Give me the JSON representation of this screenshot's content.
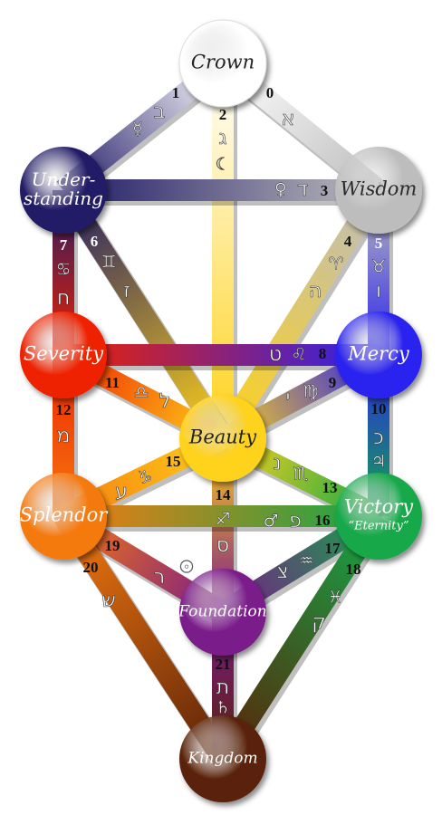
{
  "sephirot": [
    {
      "key": "crown",
      "label": "Crown",
      "lines": [
        "Crown"
      ],
      "color": "#ffffff",
      "text": "#222222"
    },
    {
      "key": "wisdom",
      "label": "Wisdom",
      "lines": [
        "Wisdom"
      ],
      "color": "#bdbdbd",
      "text": "#2a2a2a"
    },
    {
      "key": "understanding",
      "label": "Understanding",
      "lines": [
        "Under-",
        "standing"
      ],
      "color": "#201a66",
      "text": "#ffffff"
    },
    {
      "key": "severity",
      "label": "Severity",
      "lines": [
        "Severity"
      ],
      "color": "#ee2200",
      "text": "#ffffff"
    },
    {
      "key": "mercy",
      "label": "Mercy",
      "lines": [
        "Mercy"
      ],
      "color": "#2a22ee",
      "text": "#ffffff"
    },
    {
      "key": "beauty",
      "label": "Beauty",
      "lines": [
        "Beauty"
      ],
      "color": "#ffd21a",
      "text": "#222222"
    },
    {
      "key": "splendor",
      "label": "Splendor",
      "lines": [
        "Splendor"
      ],
      "color": "#f57a10",
      "text": "#ffffff"
    },
    {
      "key": "victory",
      "label": "Victory",
      "lines": [
        "Victory"
      ],
      "subtitle": "“Eternity”",
      "color": "#14a848",
      "text": "#ffffff"
    },
    {
      "key": "foundation",
      "label": "Foundation",
      "lines": [
        "Foundation"
      ],
      "color": "#7a1a8a",
      "text": "#ffffff"
    },
    {
      "key": "kingdom",
      "label": "Kingdom",
      "lines": [
        "Kingdom"
      ],
      "color": "#5a2208",
      "text": "#ffffff"
    }
  ],
  "paths": [
    {
      "number": "0",
      "from": "crown",
      "to": "wisdom",
      "hebrew": "א",
      "symbol": ""
    },
    {
      "number": "1",
      "from": "crown",
      "to": "understanding",
      "hebrew": "ב",
      "symbol": "☿"
    },
    {
      "number": "2",
      "from": "crown",
      "to": "beauty",
      "hebrew": "ג",
      "symbol": "☾"
    },
    {
      "number": "3",
      "from": "wisdom",
      "to": "understanding",
      "hebrew": "ד",
      "symbol": "♀"
    },
    {
      "number": "4",
      "from": "wisdom",
      "to": "beauty",
      "hebrew": "ה",
      "symbol": "♈"
    },
    {
      "number": "5",
      "from": "wisdom",
      "to": "mercy",
      "hebrew": "ו",
      "symbol": "♉"
    },
    {
      "number": "6",
      "from": "understanding",
      "to": "beauty",
      "hebrew": "ז",
      "symbol": "♊"
    },
    {
      "number": "7",
      "from": "understanding",
      "to": "severity",
      "hebrew": "ח",
      "symbol": "♋"
    },
    {
      "number": "8",
      "from": "mercy",
      "to": "severity",
      "hebrew": "ט",
      "symbol": "♌"
    },
    {
      "number": "9",
      "from": "mercy",
      "to": "beauty",
      "hebrew": "י",
      "symbol": "♍"
    },
    {
      "number": "10",
      "from": "mercy",
      "to": "victory",
      "hebrew": "כ",
      "symbol": "♃"
    },
    {
      "number": "11",
      "from": "severity",
      "to": "beauty",
      "hebrew": "ל",
      "symbol": "♎"
    },
    {
      "number": "12",
      "from": "severity",
      "to": "splendor",
      "hebrew": "מ",
      "symbol": ""
    },
    {
      "number": "13",
      "from": "beauty",
      "to": "victory",
      "hebrew": "נ",
      "symbol": "♏"
    },
    {
      "number": "14",
      "from": "beauty",
      "to": "foundation",
      "hebrew": "ס",
      "symbol": "♐"
    },
    {
      "number": "15",
      "from": "beauty",
      "to": "splendor",
      "hebrew": "ע",
      "symbol": "♑"
    },
    {
      "number": "16",
      "from": "victory",
      "to": "splendor",
      "hebrew": "פ",
      "symbol": "♂"
    },
    {
      "number": "17",
      "from": "victory",
      "to": "foundation",
      "hebrew": "צ",
      "symbol": "♒"
    },
    {
      "number": "18",
      "from": "victory",
      "to": "kingdom",
      "hebrew": "ק",
      "symbol": "♓"
    },
    {
      "number": "19",
      "from": "splendor",
      "to": "foundation",
      "hebrew": "ר",
      "symbol": "☉"
    },
    {
      "number": "20",
      "from": "splendor",
      "to": "kingdom",
      "hebrew": "ש",
      "symbol": ""
    },
    {
      "number": "21",
      "from": "foundation",
      "to": "kingdom",
      "hebrew": "ת",
      "symbol": "♄"
    }
  ]
}
